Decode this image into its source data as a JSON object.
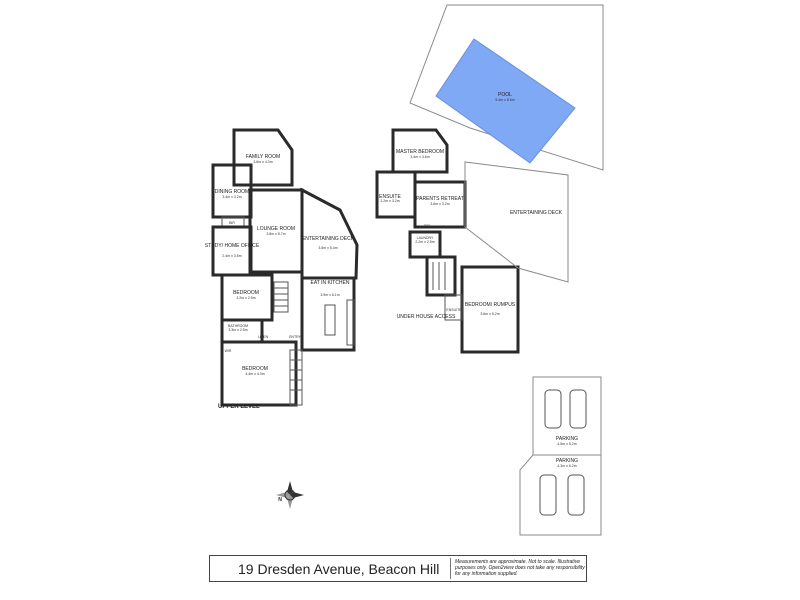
{
  "title": "19 Dresden Avenue, Beacon Hill",
  "disclaimer": "Measurements are approximate. Not to scale. Illustrative purposes only. Open2view does not take any responsibility for any information supplied.",
  "level_label": "UPPER LEVEL",
  "colors": {
    "pool": "#7fa8f5",
    "wall": "#2a2a2a"
  },
  "rooms": {
    "family": {
      "name": "FAMILY ROOM",
      "size": "3.6m x 4.0m"
    },
    "dining": {
      "name": "DINING ROOM",
      "size": "3.4m x 3.2m"
    },
    "lounge": {
      "name": "LOUNGE ROOM",
      "size": "3.8m x 5.7m"
    },
    "deck1": {
      "name": "ENTERTAINING DECK",
      "size": "3.5m x 5.4m"
    },
    "study": {
      "name": "STUDY/ HOME OFFICE",
      "size": "2.4m x 3.5m"
    },
    "bed1": {
      "name": "BEDROOM",
      "size": "3.2m x 2.9m"
    },
    "kitchen": {
      "name": "EAT IN KITCHEN",
      "size": "3.9m x 6.1m"
    },
    "bath": {
      "name": "BATHROOM",
      "size": "3.3m x 2.5m"
    },
    "bed2": {
      "name": "BEDROOM",
      "size": "4.4m x 4.3m"
    },
    "master": {
      "name": "MASTER BEDROOM",
      "size": "3.4m x 3.6m"
    },
    "ensuite": {
      "name": "ENSUITE",
      "size": "2.2m x 3.2m"
    },
    "retreat": {
      "name": "PARENTS RETREAT",
      "size": "3.6m x 3.2m"
    },
    "laundry": {
      "name": "LAUNDRY",
      "size": "2.2m x 2.5m"
    },
    "rumpus": {
      "name": "BEDROOM/ RUMPUS",
      "size": "3.6m x 5.2m"
    },
    "deck2": {
      "name": "ENTERTAINING DECK"
    },
    "pool": {
      "name": "POOL",
      "size": "5.4m x 8.6m"
    },
    "parking1": {
      "name": "PARKING",
      "size": "4.5m x 5.2m"
    },
    "parking2": {
      "name": "PARKING",
      "size": "4.3m x 6.2m"
    }
  },
  "small_labels": {
    "bir1": "BIR",
    "bir2": "BIR",
    "linen": "LINEN",
    "entry": "ENTRY",
    "wir": "WIR",
    "ensuite2": "ENSUITE",
    "under_house": "UNDER HOUSE ACCESS"
  },
  "compass": {
    "label": "N"
  }
}
